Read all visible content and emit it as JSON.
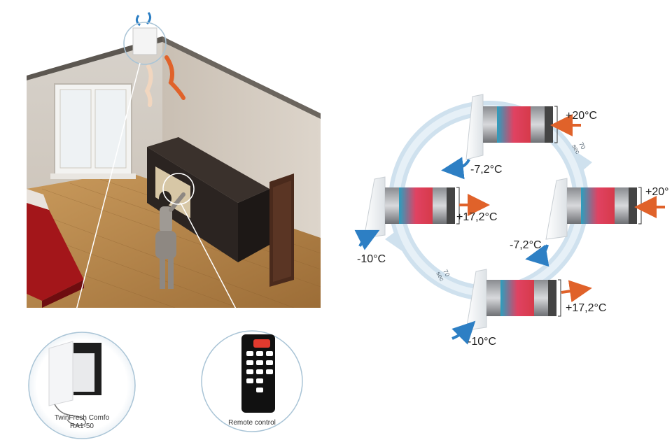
{
  "left": {
    "product_caption_line1": "TwinFresh Comfo",
    "product_caption_line2": "RA1-50",
    "remote_caption": "Remote control"
  },
  "cycle": {
    "labels": {
      "top_in": "+20°C",
      "top_out": "-7,2°C",
      "left_out": "+17,2°C",
      "left_in": "-10°C",
      "right_in": "+20°",
      "right_out": "-7,2°C",
      "bottom_out": "+17,2°C",
      "bottom_in": "-10°C"
    },
    "timer_top": "70 sec",
    "timer_bottom": "70 sec"
  },
  "colors": {
    "cold_arrow": "#2d7fc4",
    "warm_arrow": "#e0622a",
    "ring": "#cfe1ee",
    "wall": "#d9d0c3",
    "floor": "#b8894f",
    "sideboard": "#2b2421",
    "bed": "#a3161a"
  }
}
